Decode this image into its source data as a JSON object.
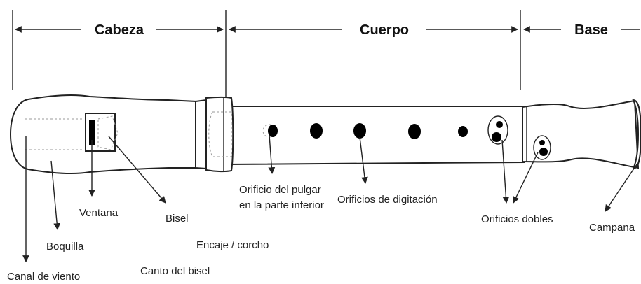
{
  "sections": {
    "head": "Cabeza",
    "body": "Cuerpo",
    "foot": "Base"
  },
  "labels": {
    "windway": "Canal de viento",
    "mouthpiece": "Boquilla",
    "window": "Ventana",
    "labium": "Bisel",
    "labium_edge": "Canto del bisel",
    "joint": "Encaje / corcho",
    "thumb_hole_line1": "Orificio del pulgar",
    "thumb_hole_line2": "en la parte inferior",
    "finger_holes": "Orificios de digitación",
    "double_holes": "Orificios dobles",
    "bell": "Campana"
  },
  "colors": {
    "outline": "#222222",
    "hole": "#000000",
    "background": "#ffffff"
  }
}
